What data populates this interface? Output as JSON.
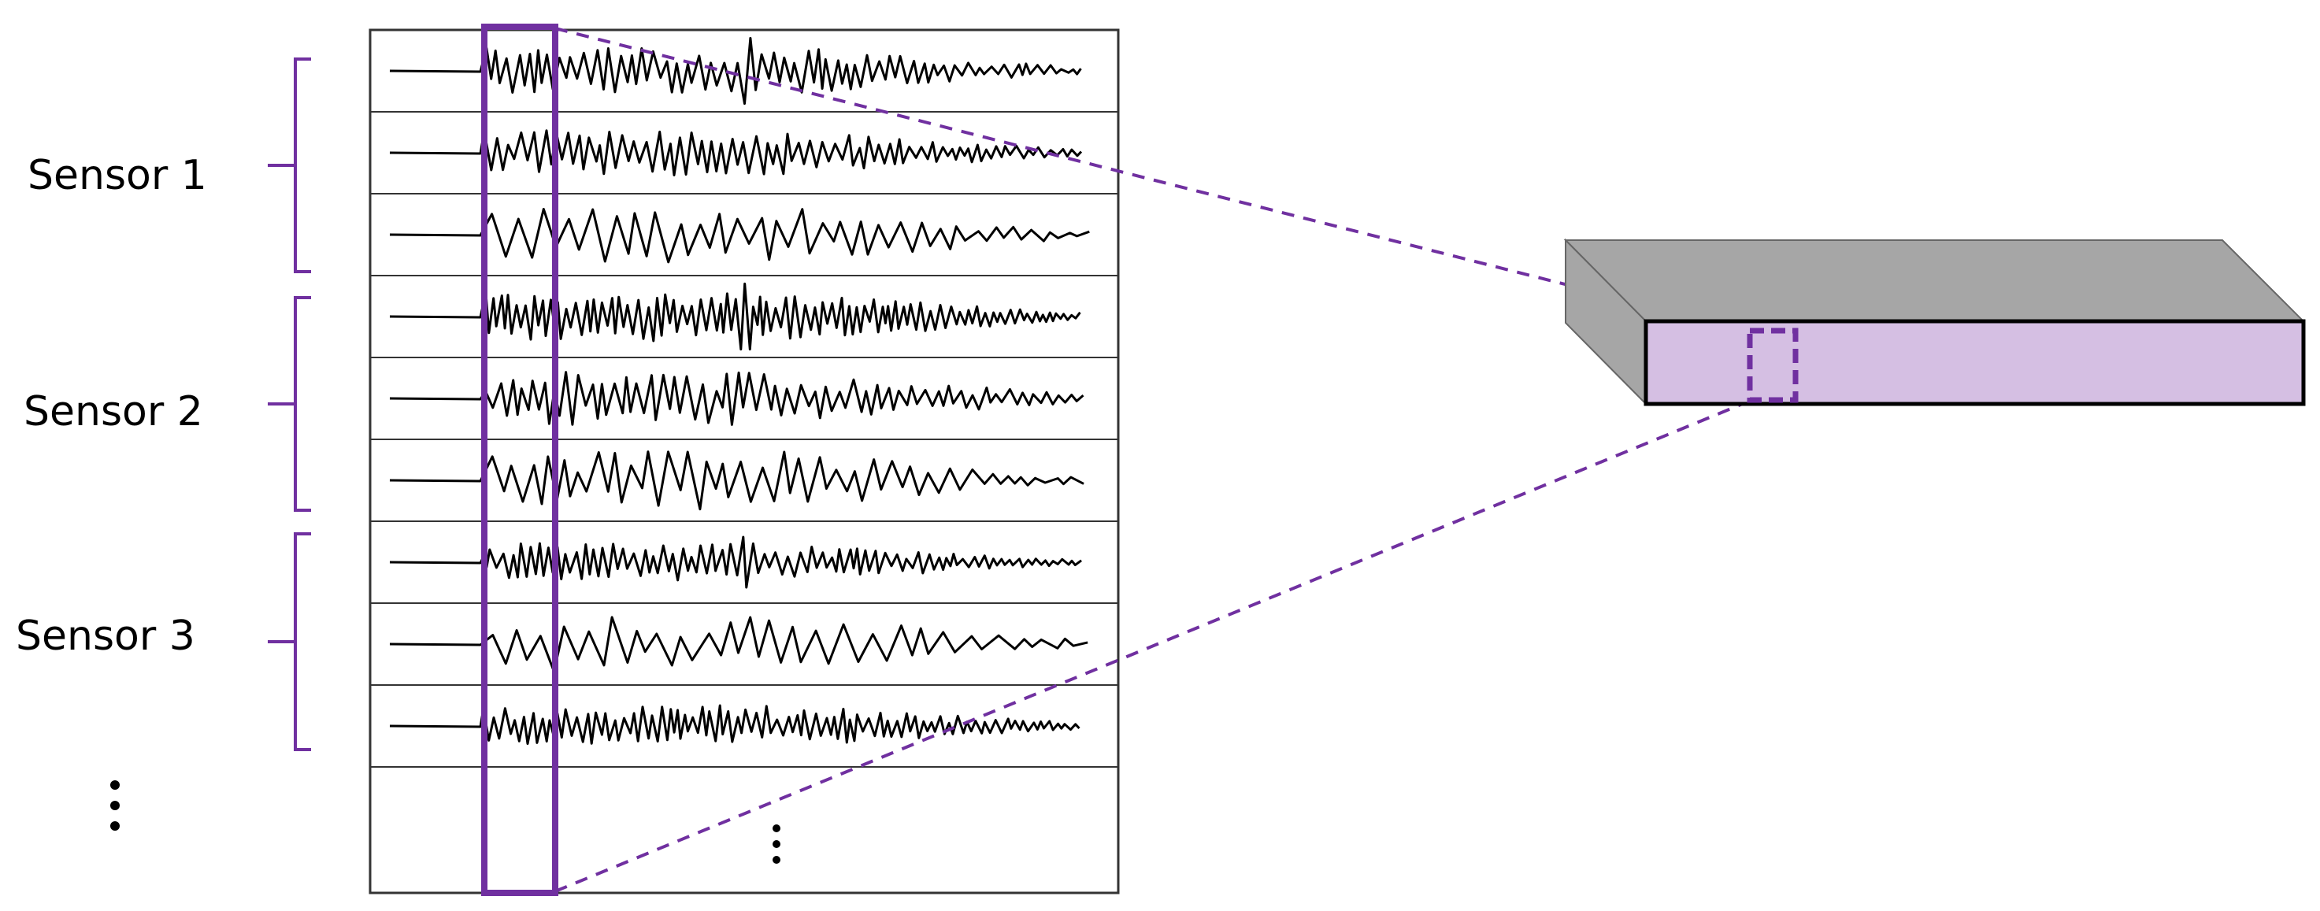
{
  "sensors": [
    {
      "label": "Sensor 1"
    },
    {
      "label": "Sensor 2"
    },
    {
      "label": "Sensor 3"
    }
  ],
  "more_indicator": "⋮",
  "more_rows_indicator": "⋮",
  "colors": {
    "accent": "#7030A0",
    "slab_face": "#D5BFE3",
    "slab_top": "#A6A6A6",
    "slab_side": "#A6A6A6",
    "trace": "#000000",
    "grid": "#333333"
  }
}
